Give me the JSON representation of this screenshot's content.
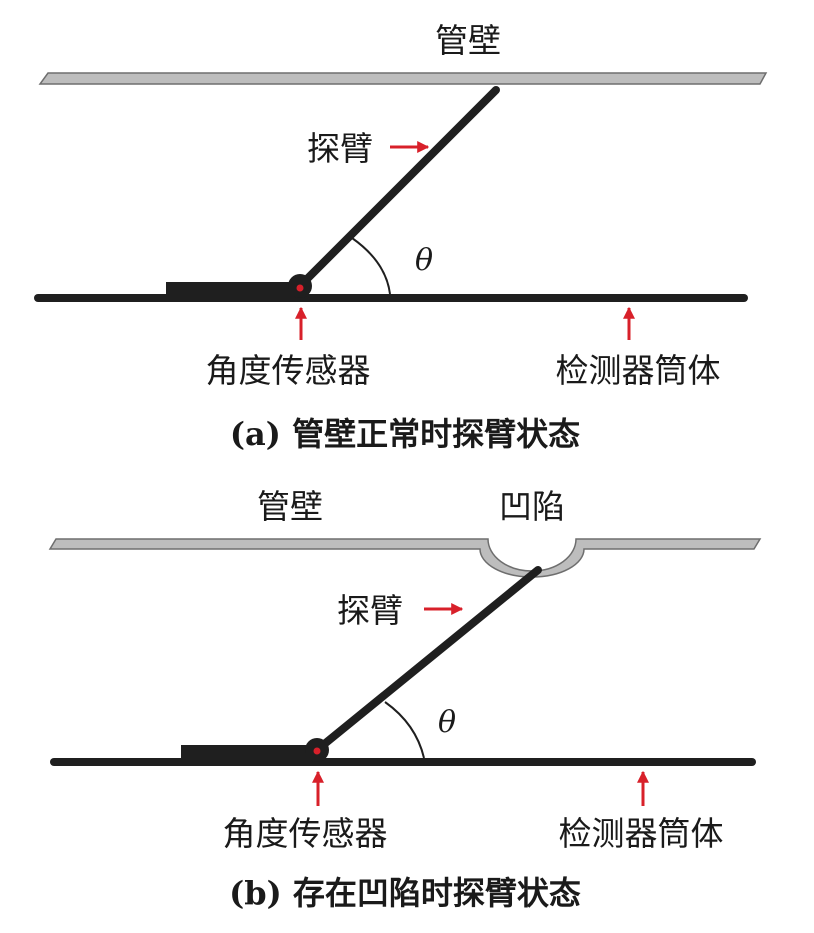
{
  "panels": [
    {
      "wall_label": "管壁",
      "arm_label": "探臂",
      "angle_symbol": "θ",
      "sensor_label": "角度传感器",
      "body_label": "检测器筒体",
      "caption": "(a) 管壁正常时探臂状态"
    },
    {
      "wall_label": "管壁",
      "dent_label": "凹陷",
      "arm_label": "探臂",
      "angle_symbol": "θ",
      "sensor_label": "角度传感器",
      "body_label": "检测器筒体",
      "caption": "(b) 存在凹陷时探臂状态"
    }
  ],
  "colors": {
    "wall_fill": "#bdbdbd",
    "wall_stroke": "#6e6e6e",
    "arm": "#1f1f1f",
    "pointer_arrow": "#d8202a",
    "text": "#1a1a1a"
  }
}
